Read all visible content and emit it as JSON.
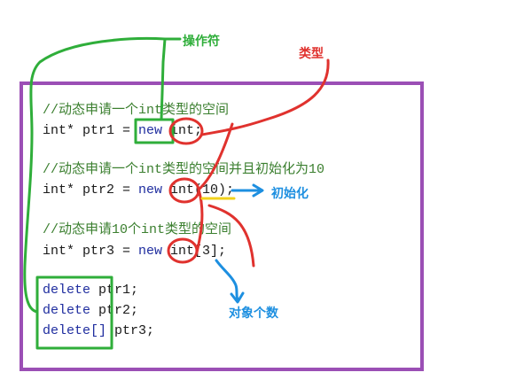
{
  "code": {
    "comment1": "//动态申请一个int类型的空间",
    "line1_type": "int* ptr1 = ",
    "line1_new": "new",
    "line1_rest": " int;",
    "comment2": "//动态申请一个int类型的空间并且初始化为10",
    "line2_type": "int* ptr2 = ",
    "line2_new": "new",
    "line2_rest": " int(10);",
    "comment3": "//动态申请10个int类型的空间",
    "line3_type": "int* ptr3 = ",
    "line3_new": "new",
    "line3_rest": " int[3];",
    "del1_kw": "delete",
    "del1_rest": " ptr1;",
    "del2_kw": "delete",
    "del2_rest": " ptr2;",
    "del3_kw": "delete[]",
    "del3_rest": " ptr3;"
  },
  "annotations": {
    "operator": "操作符",
    "type": "类型",
    "init": "初始化",
    "count": "对象个数"
  },
  "colors": {
    "frame": "#9b4fb5",
    "green": "#2fae3a",
    "red": "#e0322e",
    "blue": "#1d8fe0",
    "yellow": "#f2d21b",
    "comment": "#3b7f2f",
    "keyword": "#1f2d9f"
  }
}
